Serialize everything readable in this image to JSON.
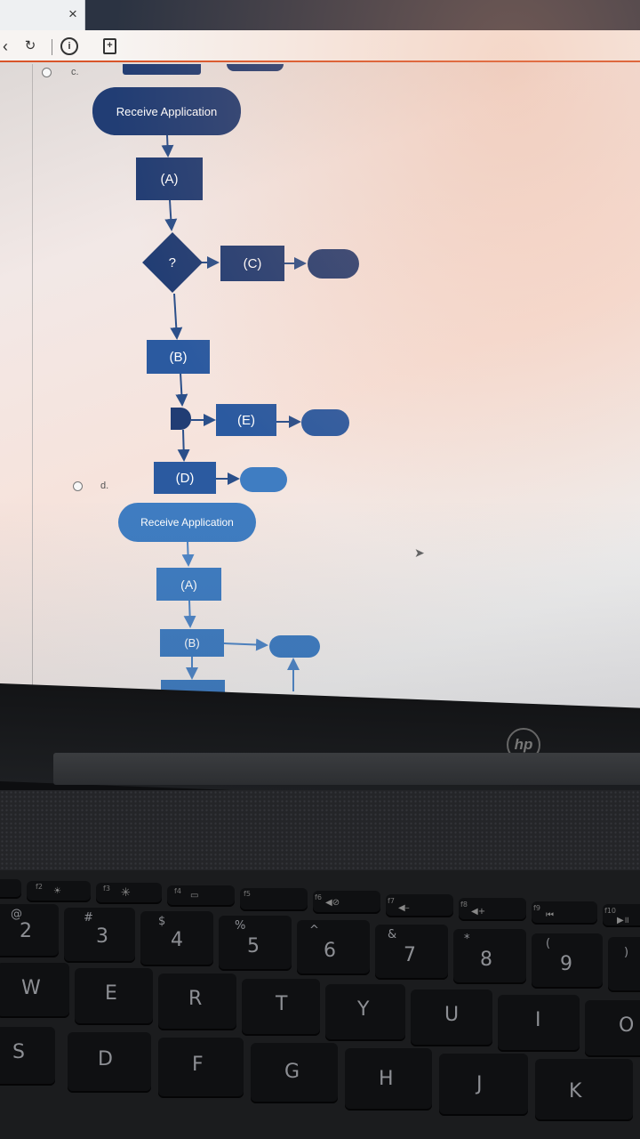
{
  "browser": {
    "close_glyph": "×",
    "toolbar": {
      "back_glyph": "‹",
      "reload_glyph": "↻",
      "info_glyph": "i",
      "doc_glyph": "+"
    }
  },
  "question_options": [
    {
      "letter": "c."
    },
    {
      "letter": "d."
    }
  ],
  "flowchart_c": {
    "start": "Receive Application",
    "box_a": "(A)",
    "decision": "?",
    "box_c": "(C)",
    "box_b": "(B)",
    "box_e": "(E)",
    "box_d": "(D)"
  },
  "flowchart_d": {
    "start": "Receive Application",
    "box_a": "(A)",
    "box_b": "(B)"
  },
  "laptop": {
    "brand": "hp",
    "function_row": [
      {
        "fn": "f2",
        "icon": "☀"
      },
      {
        "fn": "f3",
        "icon": "✳"
      },
      {
        "fn": "f4",
        "icon": "▭"
      },
      {
        "fn": "f5",
        "icon": ""
      },
      {
        "fn": "f6",
        "icon": "◀⊘"
      },
      {
        "fn": "f7",
        "icon": "◀–"
      },
      {
        "fn": "f8",
        "icon": "◀+"
      },
      {
        "fn": "f9",
        "icon": "⏮"
      },
      {
        "fn": "f10",
        "icon": "▶॥"
      }
    ],
    "number_row": [
      {
        "main": "2",
        "top": "@"
      },
      {
        "main": "3",
        "top": "#"
      },
      {
        "main": "4",
        "top": "$"
      },
      {
        "main": "5",
        "top": "%"
      },
      {
        "main": "6",
        "top": "^"
      },
      {
        "main": "7",
        "top": "&"
      },
      {
        "main": "8",
        "top": "*"
      },
      {
        "main": "9",
        "top": "("
      },
      {
        "main": "",
        "top": ")"
      }
    ],
    "letter_row_1": [
      "W",
      "E",
      "R",
      "T",
      "Y",
      "U",
      "I",
      "O"
    ],
    "letter_row_2": [
      "S",
      "D",
      "F",
      "G",
      "H",
      "J",
      "K"
    ]
  }
}
